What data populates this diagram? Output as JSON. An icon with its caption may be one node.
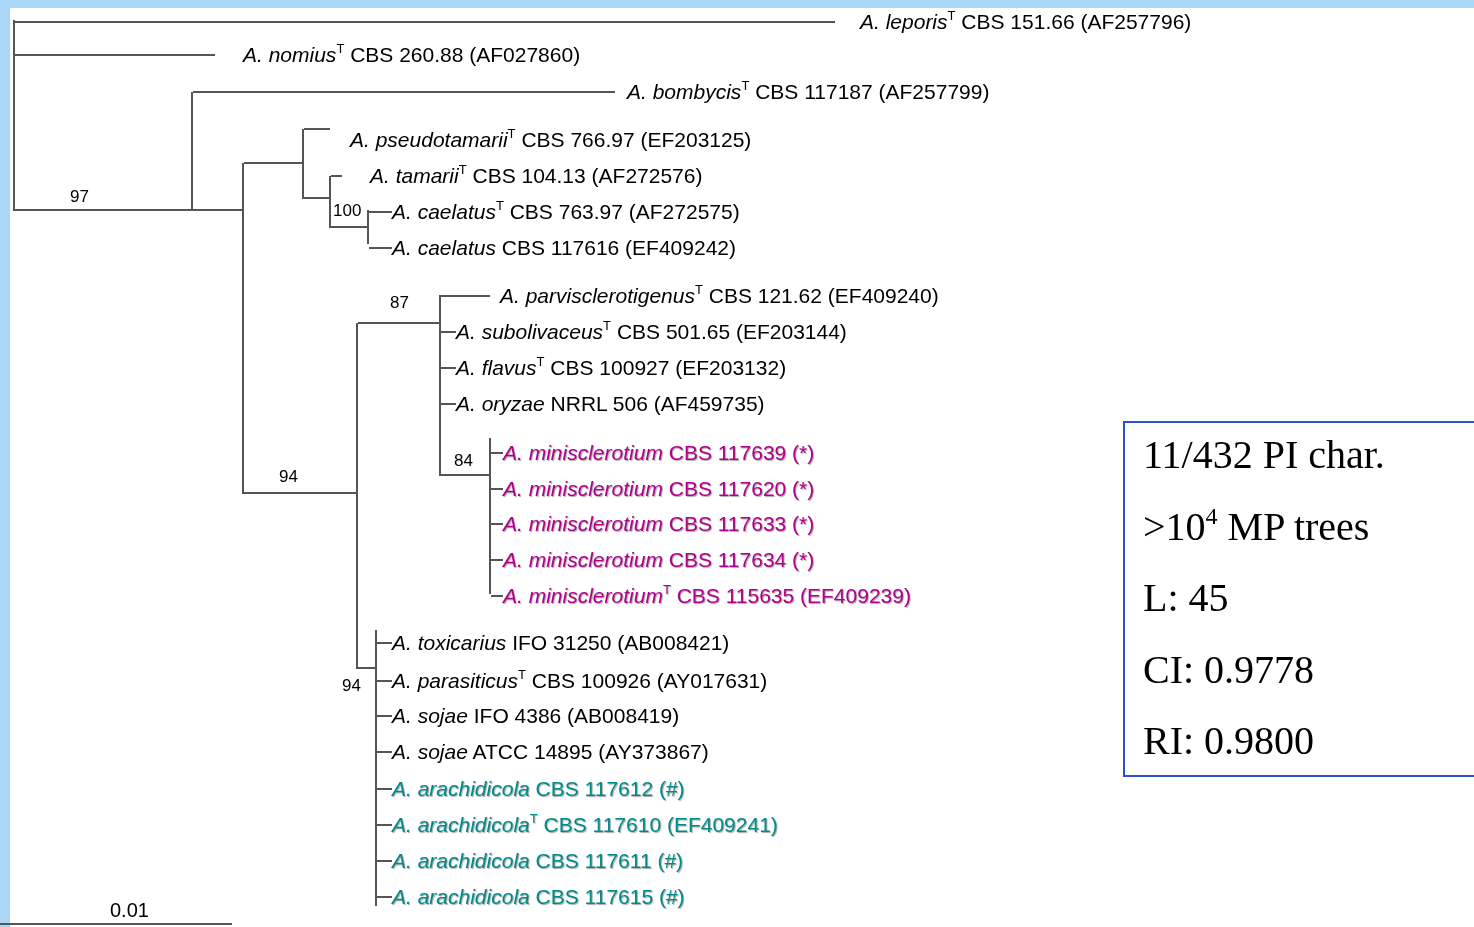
{
  "diagram": {
    "nodes": [
      {
        "text": [],
        "shape": "bar"
      },
      {
        "text": [
          "*A. leporis*$^{T}$ CBS 151.66 (AF257796)"
        ]
      },
      {
        "text": [
          "*A. nomius*$^{T}$ CBS 260.88 (AF027860)"
        ]
      },
      {
        "text": [],
        "shape": "bar"
      },
      {
        "text": [
          "*A. bombycis*$^{T}$ CBS 117187 (AF257799)"
        ]
      },
      {
        "text": [],
        "shape": "bar"
      },
      {
        "text": [],
        "shape": "bar"
      },
      {
        "text": [
          "*A. pseudotamarii*$^{T}$ CBS 766.97 (EF203125)"
        ]
      },
      {
        "text": [],
        "shape": "bar"
      },
      {
        "text": [
          "*A. tamarii*$^{T}$ CBS 104.13 (AF272576)"
        ]
      },
      {
        "text": [],
        "shape": "bar"
      },
      {
        "text": [
          "*A. caelatus*$^{T}$ CBS 763.97 (AF272575)"
        ]
      },
      {
        "text": [
          "*A. caelatus* CBS 117616 (EF409242)"
        ]
      },
      {
        "text": [],
        "shape": "bar"
      },
      {
        "text": [],
        "shape": "bar"
      },
      {
        "text": [
          "*A. parvisclerotigenus*$^{T}$ CBS 121.62 (EF409240)"
        ]
      },
      {
        "text": [
          "*A. subolivaceus*$^{T}$ CBS 501.65 (EF203144)"
        ]
      },
      {
        "text": [
          "*A. flavus*$^{T}$ CBS 100927 (EF203132)"
        ]
      },
      {
        "text": [
          "*A. oryzae* NRRL 506 (AF459735)"
        ]
      },
      {
        "text": [],
        "shape": "bar"
      },
      {
        "text": [
          "*A. minisclerotium* CBS 117639 (*)"
        ]
      },
      {
        "text": [
          "*A. minisclerotium* CBS 117620 (*)"
        ]
      },
      {
        "text": [
          "*A. minisclerotium* CBS 117633 (*)"
        ]
      },
      {
        "text": [
          "*A. minisclerotium* CBS 117634 (*)"
        ]
      },
      {
        "text": [
          "*A. minisclerotium*$^{T}$ CBS 115635 (EF409239)"
        ]
      },
      {
        "text": [],
        "shape": "bar"
      },
      {
        "text": [
          "*A. toxicarius* IFO 31250 (AB008421)"
        ]
      },
      {
        "text": [
          "*A. parasiticus*$^{T}$ CBS 100926 (AY017631)"
        ]
      },
      {
        "text": [
          "*A. sojae* IFO 4386 (AB008419)"
        ]
      },
      {
        "text": [
          "*A. sojae* ATCC 14895 (AY373867)"
        ]
      },
      {
        "text": [
          "*A. arachidicola* CBS 117612 (#)"
        ]
      },
      {
        "text": [
          "*A. arachidicola*$^{T}$ CBS 117610 (EF409241)"
        ]
      },
      {
        "text": [
          "*A. arachidicola* CBS 117611 (#)"
        ]
      },
      {
        "text": [
          "*A. arachidicola* CBS 117615 (#)"
        ]
      },
      {
        "text": [
          "11/432 PI char.",
          ">10$^{4}$ MP trees",
          "L: 45",
          "CI: 0.9778",
          "RI: 0.9800"
        ]
      }
    ],
    "edges": [
      {
        "from": 0,
        "to": 1,
        "arrow": "none"
      },
      {
        "from": 0,
        "to": 2,
        "arrow": "none"
      },
      {
        "from": 0,
        "to": 3,
        "arrow": "none",
        "label": "97"
      },
      {
        "from": 3,
        "to": 4,
        "arrow": "none"
      },
      {
        "from": 3,
        "to": 5,
        "arrow": "none"
      },
      {
        "from": 5,
        "to": 6,
        "arrow": "none"
      },
      {
        "from": 6,
        "to": 7,
        "arrow": "none"
      },
      {
        "from": 6,
        "to": 8,
        "arrow": "none"
      },
      {
        "from": 8,
        "to": 9,
        "arrow": "none"
      },
      {
        "from": 8,
        "to": 10,
        "arrow": "none",
        "label": "100"
      },
      {
        "from": 10,
        "to": 11,
        "arrow": "none"
      },
      {
        "from": 10,
        "to": 12,
        "arrow": "none"
      },
      {
        "from": 5,
        "to": 13,
        "arrow": "none",
        "label": "94"
      },
      {
        "from": 13,
        "to": 14,
        "arrow": "none",
        "label": "87"
      },
      {
        "from": 14,
        "to": 15,
        "arrow": "none"
      },
      {
        "from": 14,
        "to": 16,
        "arrow": "none"
      },
      {
        "from": 14,
        "to": 17,
        "arrow": "none"
      },
      {
        "from": 14,
        "to": 18,
        "arrow": "none"
      },
      {
        "from": 14,
        "to": 19,
        "arrow": "none",
        "label": "84"
      },
      {
        "from": 19,
        "to": 20,
        "arrow": "none"
      },
      {
        "from": 19,
        "to": 21,
        "arrow": "none"
      },
      {
        "from": 19,
        "to": 22,
        "arrow": "none"
      },
      {
        "from": 19,
        "to": 23,
        "arrow": "none"
      },
      {
        "from": 19,
        "to": 24,
        "arrow": "none"
      },
      {
        "from": 13,
        "to": 25,
        "arrow": "none",
        "label": "94"
      },
      {
        "from": 25,
        "to": 26,
        "arrow": "none"
      },
      {
        "from": 25,
        "to": 27,
        "arrow": "none"
      },
      {
        "from": 25,
        "to": 28,
        "arrow": "none"
      },
      {
        "from": 25,
        "to": 29,
        "arrow": "none"
      },
      {
        "from": 25,
        "to": 30,
        "arrow": "none"
      },
      {
        "from": 25,
        "to": 31,
        "arrow": "none"
      },
      {
        "from": 25,
        "to": 32,
        "arrow": "none"
      },
      {
        "from": 25,
        "to": 33,
        "arrow": "none"
      }
    ],
    "labels": [
      "0.01"
    ]
  }
}
